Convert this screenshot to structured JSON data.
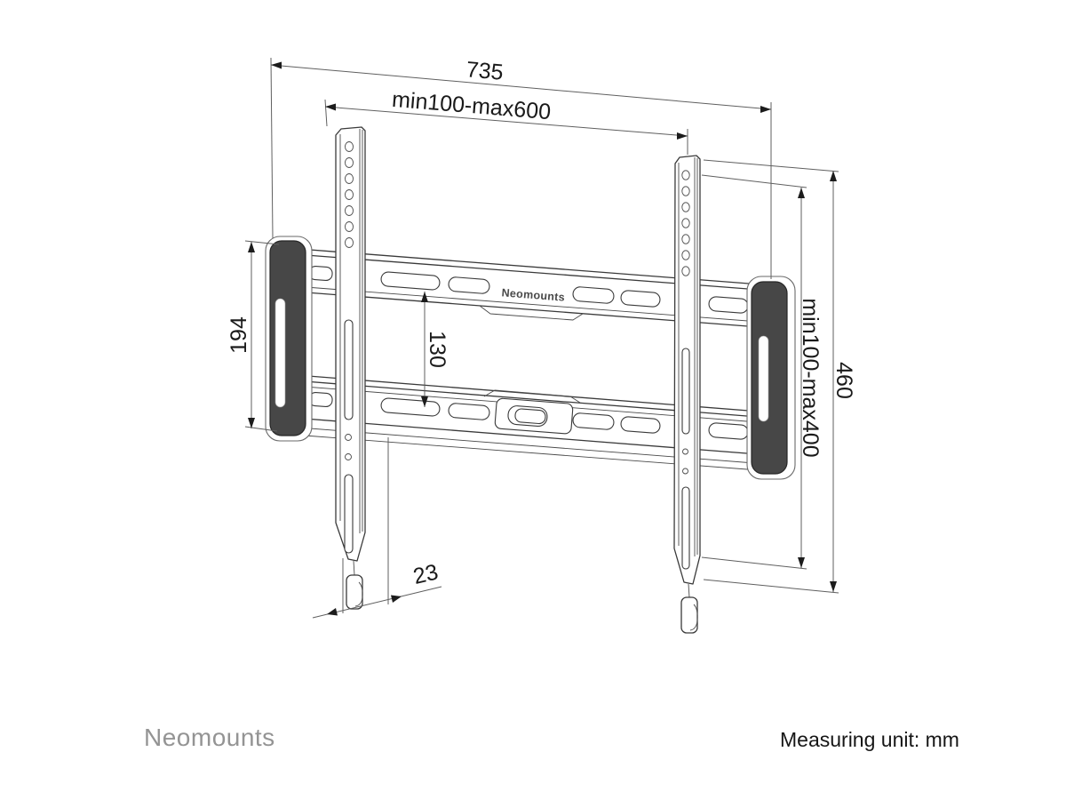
{
  "dimensions": {
    "total_width": "735",
    "hole_pattern_width": "min100-max600",
    "plate_height": "194",
    "rail_gap": "130",
    "hole_pattern_height": "min100-max400",
    "total_height": "460",
    "depth": "23"
  },
  "product": {
    "plate_brand_label": "Neomounts"
  },
  "footer": {
    "brand": "Neomounts",
    "measuring_unit": "Measuring unit: mm"
  },
  "colors": {
    "outline": "#3a3a3a",
    "dimension_line": "#5f5f5f",
    "label_text": "#1a1a1a",
    "endcap_fill": "#474747",
    "brand_gray": "#949494",
    "footer_text": "#161616",
    "background": "#ffffff"
  }
}
